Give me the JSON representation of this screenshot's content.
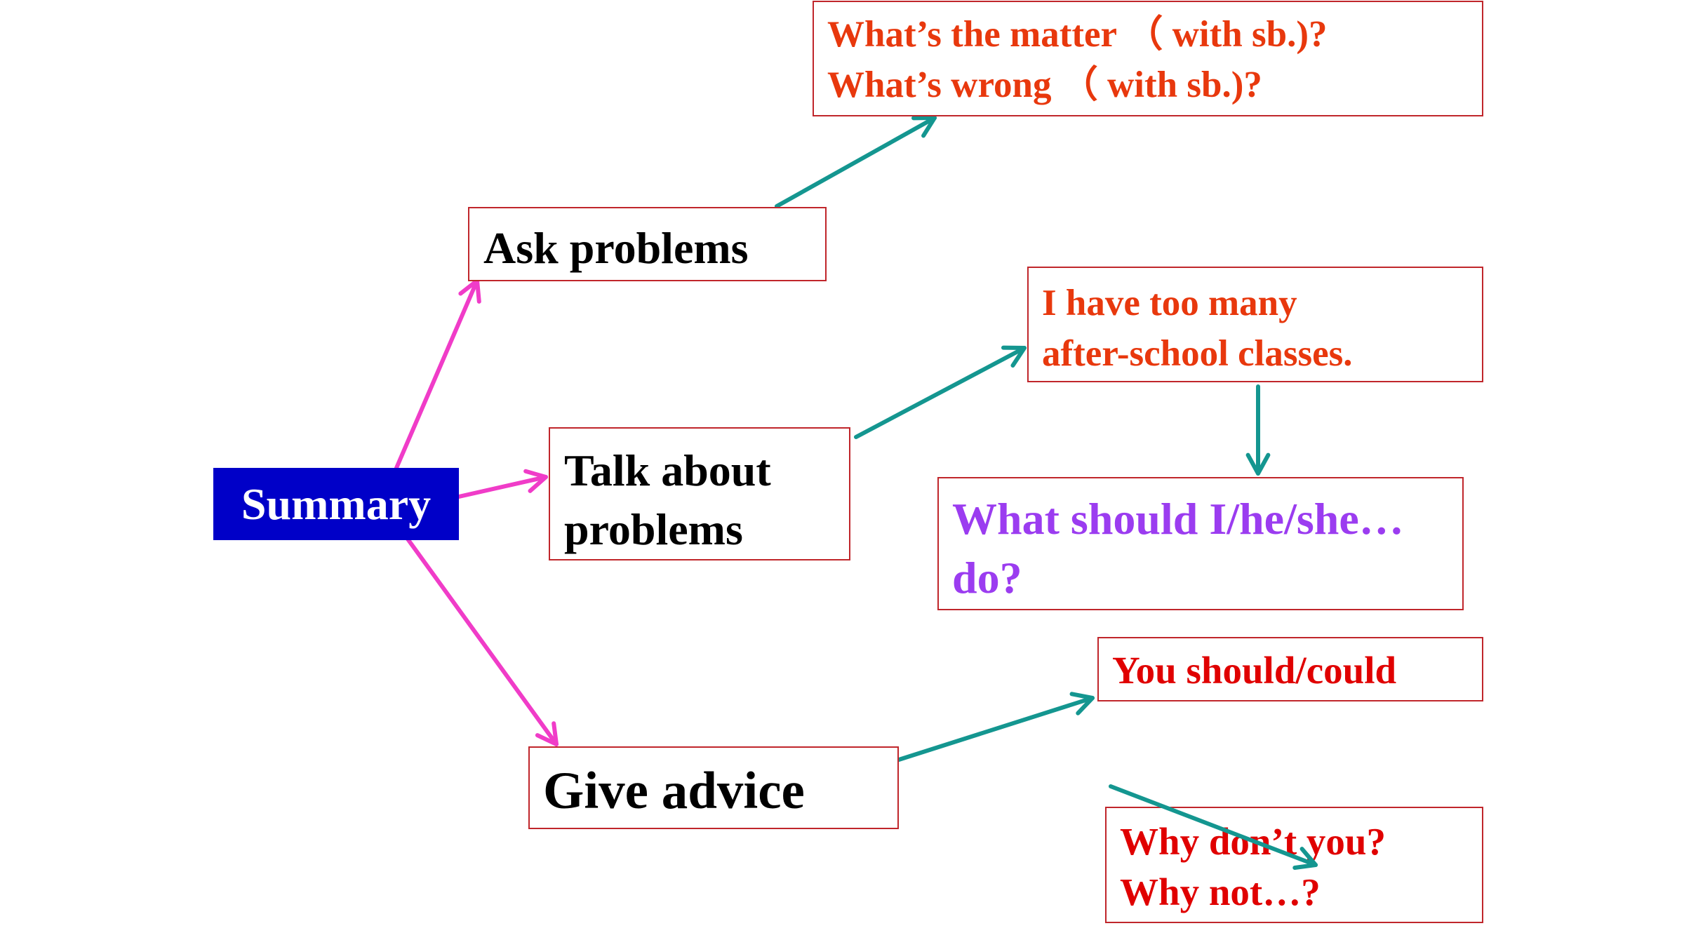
{
  "colors": {
    "summary_bg": "#0000c8",
    "box_border": "#c0262b",
    "orange_red": "#e8380d",
    "red": "#e00000",
    "purple": "#9b3cf0",
    "pink_arrow": "#f03cc8",
    "teal_arrow": "#149690"
  },
  "nodes": {
    "summary": {
      "label": "Summary"
    },
    "ask": {
      "label": "Ask problems"
    },
    "talk": {
      "lines": [
        "Talk about",
        "problems"
      ]
    },
    "give": {
      "label": "Give advice"
    },
    "whats": {
      "lines": [
        "What’s the matter （ with sb.)?",
        "What’s wrong （ with sb.)?"
      ]
    },
    "too_many": {
      "lines": [
        "I have too many",
        "after-school classes."
      ]
    },
    "should_do": {
      "lines": [
        "What should I/he/she…",
        "do?"
      ]
    },
    "could": {
      "label": "You should/could"
    },
    "why": {
      "lines": [
        "Why don’t you?",
        "Why not…?"
      ]
    }
  }
}
